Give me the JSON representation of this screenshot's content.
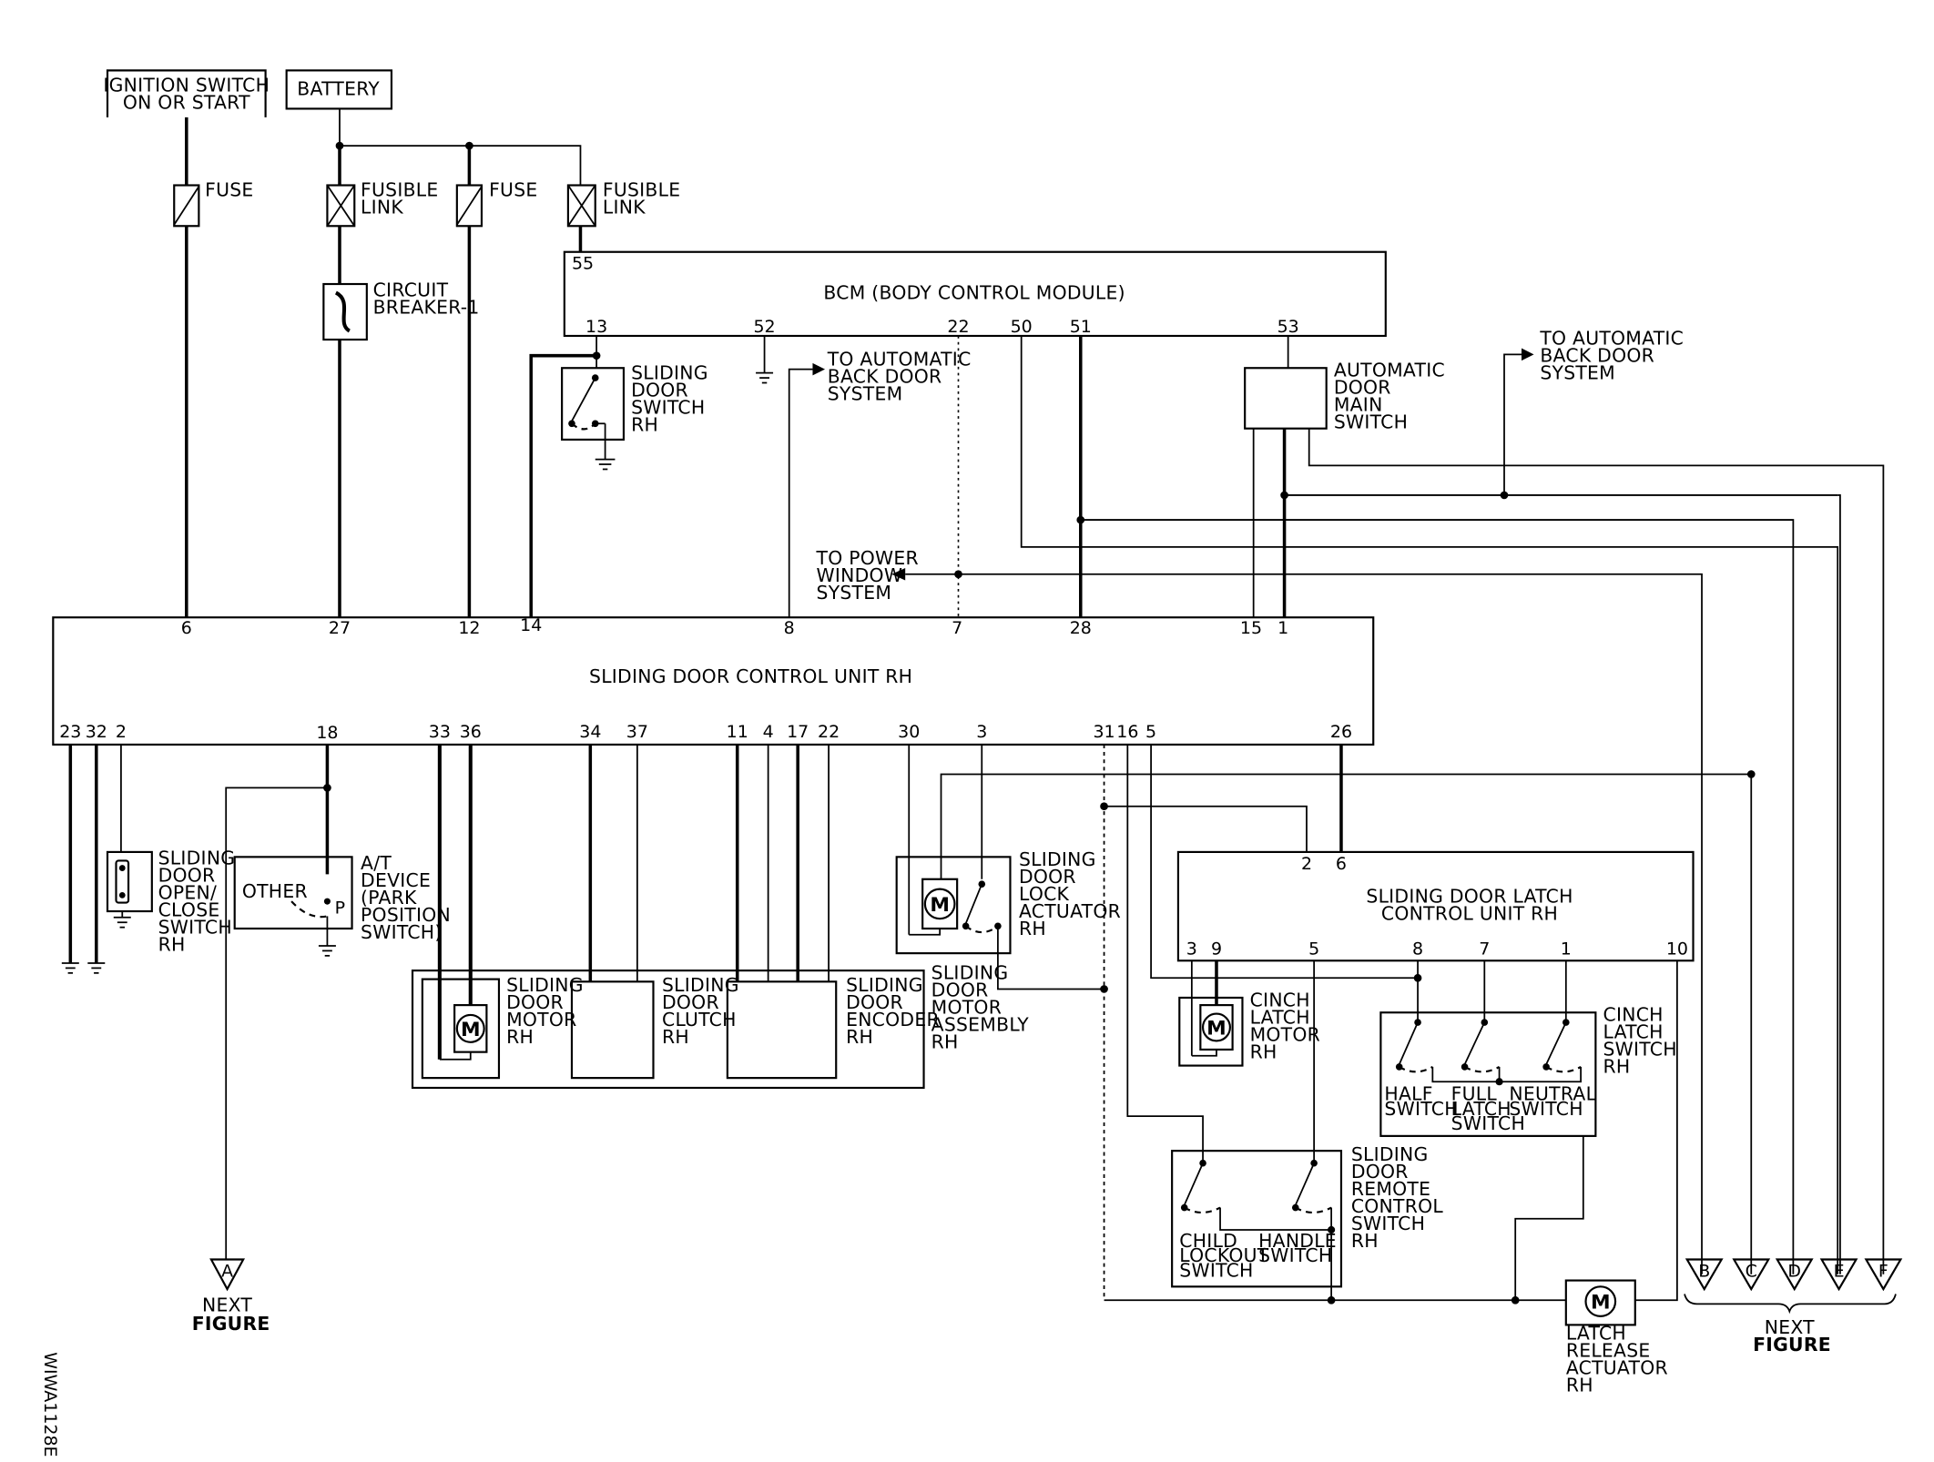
{
  "labels": {
    "ignition": [
      "IGNITION SWITCH",
      "ON OR START"
    ],
    "battery": "BATTERY",
    "fuse1": "FUSE",
    "fusible1": [
      "FUSIBLE",
      "LINK"
    ],
    "fuse2": "FUSE",
    "fusible2": [
      "FUSIBLE",
      "LINK"
    ],
    "circuit_breaker": [
      "CIRCUIT",
      "BREAKER-1"
    ],
    "bcm": "BCM (BODY CONTROL MODULE)",
    "sliding_door_switch": [
      "SLIDING",
      "DOOR",
      "SWITCH",
      "RH"
    ],
    "to_auto_back_door_1": [
      "TO AUTOMATIC",
      "BACK DOOR",
      "SYSTEM"
    ],
    "to_auto_back_door_2": [
      "TO AUTOMATIC",
      "BACK DOOR",
      "SYSTEM"
    ],
    "auto_door_main_switch": [
      "AUTOMATIC",
      "DOOR",
      "MAIN",
      "SWITCH"
    ],
    "to_power_window": [
      "TO POWER",
      "WINDOW",
      "SYSTEM"
    ],
    "control_unit": "SLIDING DOOR CONTROL UNIT RH",
    "open_close_switch": [
      "SLIDING",
      "DOOR",
      "OPEN/",
      "CLOSE",
      "SWITCH",
      "RH"
    ],
    "at_device": [
      "A/T",
      "DEVICE",
      "(PARK",
      "POSITION",
      "SWITCH)"
    ],
    "other": "OTHER",
    "p": "P",
    "door_motor": [
      "SLIDING",
      "DOOR",
      "MOTOR",
      "RH"
    ],
    "door_clutch": [
      "SLIDING",
      "DOOR",
      "CLUTCH",
      "RH"
    ],
    "door_encoder": [
      "SLIDING",
      "DOOR",
      "ENCODER",
      "RH"
    ],
    "motor_assembly": [
      "SLIDING",
      "DOOR",
      "MOTOR",
      "ASSEMBLY",
      "RH"
    ],
    "lock_actuator": [
      "SLIDING",
      "DOOR",
      "LOCK",
      "ACTUATOR",
      "RH"
    ],
    "latch_control": [
      "SLIDING DOOR LATCH",
      "CONTROL UNIT RH"
    ],
    "cinch_motor": [
      "CINCH",
      "LATCH",
      "MOTOR",
      "RH"
    ],
    "cinch_switch": [
      "CINCH",
      "LATCH",
      "SWITCH",
      "RH"
    ],
    "half_switch": [
      "HALF",
      "SWITCH"
    ],
    "full_latch_switch": [
      "FULL",
      "LATCH",
      "SWITCH"
    ],
    "neutral_switch": [
      "NEUTRAL",
      "SWITCH"
    ],
    "remote_switch": [
      "SLIDING",
      "DOOR",
      "REMOTE",
      "CONTROL",
      "SWITCH",
      "RH"
    ],
    "child_lockout": [
      "CHILD",
      "LOCKOUT",
      "SWITCH"
    ],
    "handle_switch": [
      "HANDLE",
      "SWITCH"
    ],
    "latch_release": [
      "LATCH",
      "RELEASE",
      "ACTUATOR",
      "RH"
    ],
    "next": "NEXT",
    "figure": "FIGURE",
    "motor_symbol": "M",
    "diagram_id": "WIWA1128E"
  },
  "connectors": [
    "A",
    "B",
    "C",
    "D",
    "E",
    "F"
  ],
  "pins": {
    "bcm_55": "55",
    "bcm_13": "13",
    "bcm_52": "52",
    "bcm_22": "22",
    "bcm_50": "50",
    "bcm_51": "51",
    "bcm_53": "53",
    "cu_6": "6",
    "cu_27": "27",
    "cu_12": "12",
    "cu_14": "14",
    "cu_8": "8",
    "cu_7": "7",
    "cu_28": "28",
    "cu_15": "15",
    "cu_1": "1",
    "cu_23": "23",
    "cu_32": "32",
    "cu_2": "2",
    "cu_18": "18",
    "cu_33": "33",
    "cu_36": "36",
    "cu_34": "34",
    "cu_37": "37",
    "cu_11": "11",
    "cu_4": "4",
    "cu_17": "17",
    "cu_22": "22",
    "cu_30": "30",
    "cu_3": "3",
    "cu_31": "31",
    "cu_16": "16",
    "cu_5": "5",
    "cu_26": "26",
    "lc_2": "2",
    "lc_6": "6",
    "lc_3": "3",
    "lc_9": "9",
    "lc_5": "5",
    "lc_8": "8",
    "lc_7": "7",
    "lc_1": "1",
    "lc_10": "10"
  }
}
